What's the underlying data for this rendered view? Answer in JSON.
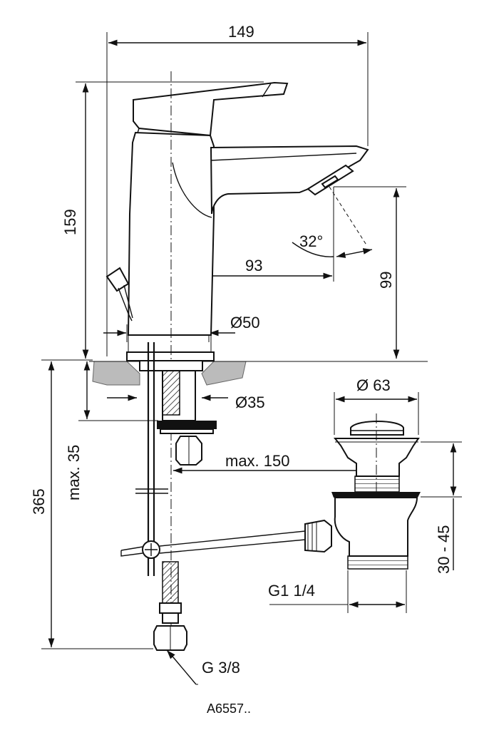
{
  "dimensions": {
    "overall_width": "149",
    "overall_height": "159",
    "spout_reach": "93",
    "spout_height": "99",
    "spray_angle": "32°",
    "body_diameter": "Ø50",
    "shank_diameter": "Ø35",
    "max_deck_thickness": "max. 35",
    "total_length": "365",
    "max_rod_reach": "max. 150",
    "waste_diameter": "Ø 63",
    "waste_range": "30 - 45",
    "waste_thread": "G1 1/4",
    "hose_thread": "G 3/8"
  },
  "product_code": "A6557.."
}
